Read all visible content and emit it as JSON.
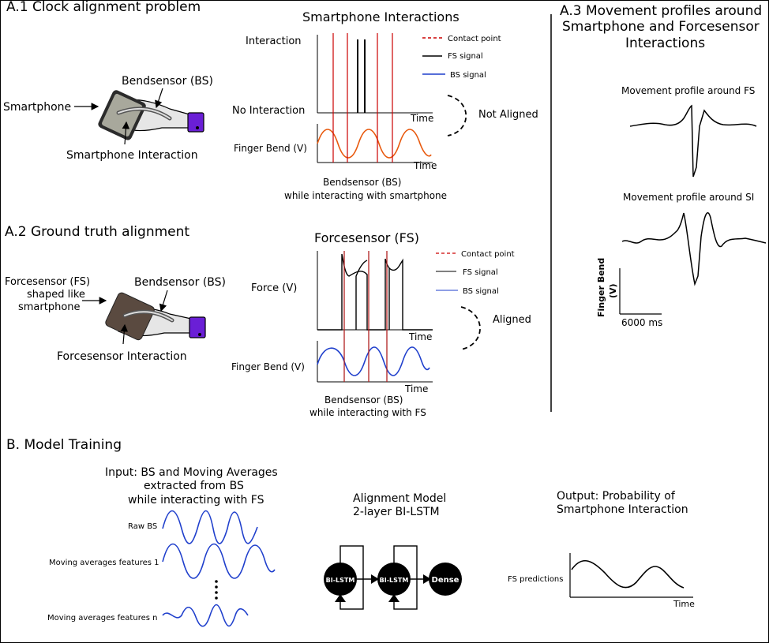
{
  "a1": {
    "title": "A.1 Clock alignment problem",
    "smartphone": "Smartphone",
    "bendsensor": "Bendsensor (BS)",
    "interaction": "Smartphone Interaction"
  },
  "a1_chart": {
    "title": "Smartphone Interactions",
    "y_top": "Interaction",
    "y_bottom": "No Interaction",
    "time1": "Time",
    "finger_bend": "Finger Bend (V)",
    "time2": "Time",
    "caption1": "Bendsensor (BS)",
    "caption2": "while interacting with smartphone",
    "legend_contact": "Contact point",
    "legend_fs": "FS signal",
    "legend_bs": "BS signal",
    "status": "Not Aligned"
  },
  "a2": {
    "title": "A.2 Ground truth alignment",
    "fs1": "Forcesensor (FS)",
    "fs2": "shaped like",
    "fs3": "smartphone",
    "bendsensor": "Bendsensor (BS)",
    "interaction": "Forcesensor Interaction"
  },
  "a2_chart": {
    "title": "Forcesensor (FS)",
    "force": "Force (V)",
    "time1": "Time",
    "finger_bend": "Finger Bend (V)",
    "time2": "Time",
    "caption1": "Bendsensor (BS)",
    "caption2": "while interacting with FS",
    "legend_contact": "Contact point",
    "legend_fs": "FS signal",
    "legend_bs": "BS signal",
    "status": "Aligned"
  },
  "a3": {
    "title1": "A.3 Movement profiles around",
    "title2": "Smartphone and Forcesensor",
    "title3": "Interactions",
    "fs_profile": "Movement profile around FS",
    "si_profile": "Movement profile around SI",
    "ylabel1": "Finger Bend",
    "ylabel2": "(V)",
    "scale": "6000 ms"
  },
  "b": {
    "title": "B. Model Training",
    "input1": "Input: BS and Moving Averages",
    "input2": "extracted from BS",
    "input3": "while interacting with FS",
    "raw": "Raw BS",
    "ma1": "Moving averages features 1",
    "man": "Moving averages features n",
    "model1": "Alignment Model",
    "model2": "2-layer BI-LSTM",
    "lstm1": "BI-LSTM",
    "lstm2": "BI-LSTM",
    "dense": "Dense",
    "output1": "Output: Probability of",
    "output2": "Smartphone Interaction",
    "fs_pred": "FS predictions",
    "time": "Time"
  },
  "colors": {
    "contact": "#cc0000",
    "bs_orange": "#e8580c",
    "bs_blue": "#1f3fcc",
    "violet": "#6a1fd6",
    "phone": "#8a8a80"
  }
}
